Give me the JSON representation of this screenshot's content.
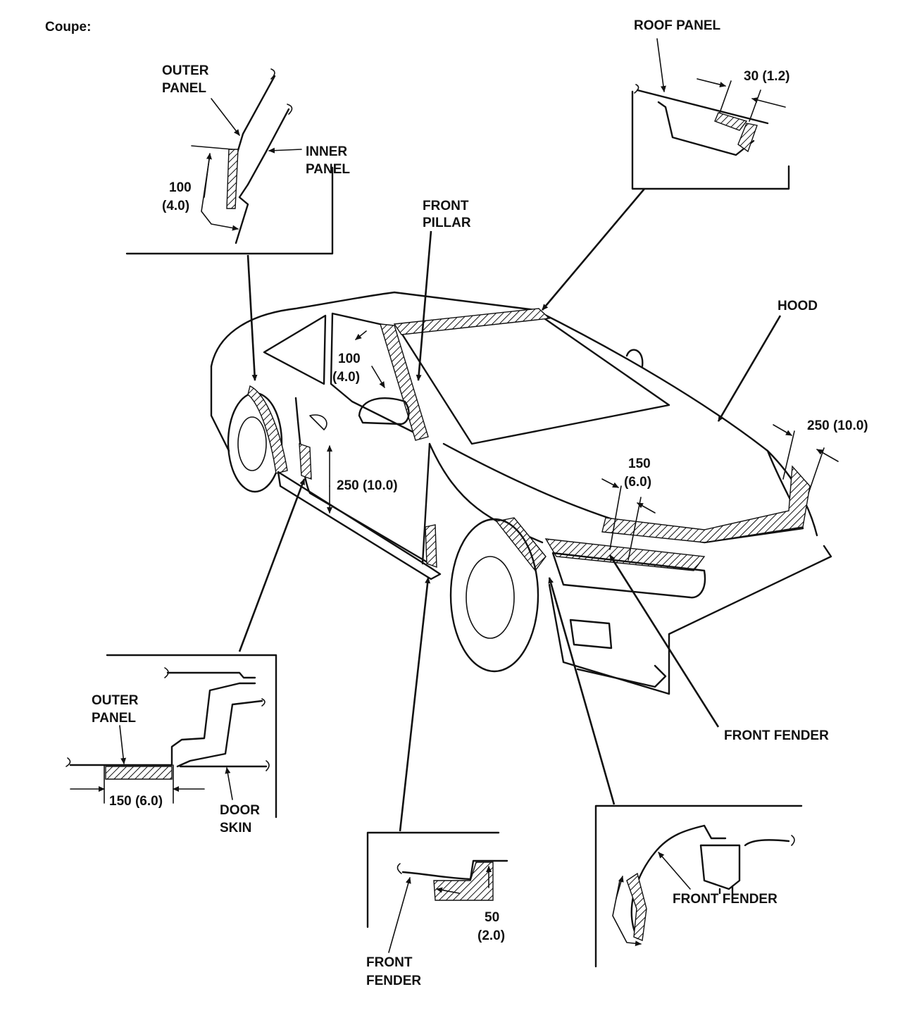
{
  "title": "Coupe:",
  "labels": {
    "roof_panel": "ROOF PANEL",
    "roof_dim": "30 (1.2)",
    "outer_panel_top_1": "OUTER",
    "outer_panel_top_2": "PANEL",
    "inner_panel_1": "INNER",
    "inner_panel_2": "PANEL",
    "pillar_dim_1": "100",
    "pillar_dim_2": "(4.0)",
    "front_pillar_1": "FRONT",
    "front_pillar_2": "PILLAR",
    "hood": "HOOD",
    "car_pillar_dim_1": "100",
    "car_pillar_dim_2": "(4.0)",
    "hood_side_dim": "250 (10.0)",
    "hood_front_dim_1": "150",
    "hood_front_dim_2": "(6.0)",
    "door_dim": "250 (10.0)",
    "front_fender_right": "FRONT FENDER",
    "outer_panel_left_1": "OUTER",
    "outer_panel_left_2": "PANEL",
    "sill_dim": "150 (6.0)",
    "door_skin_1": "DOOR",
    "door_skin_2": "SKIN",
    "fender_dim_1": "50",
    "fender_dim_2": "(2.0)",
    "front_fender_bottom_1": "FRONT",
    "front_fender_bottom_2": "FENDER",
    "front_fender_wheel": "FRONT FENDER"
  }
}
